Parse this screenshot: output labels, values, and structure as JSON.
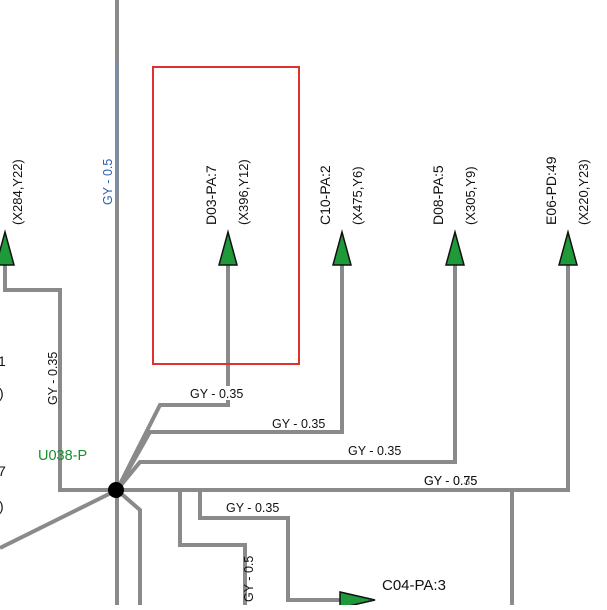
{
  "connectors": [
    {
      "id": "left",
      "name": "",
      "coord": "(X284,Y22)"
    },
    {
      "id": "d03",
      "name": "D03-PA:7",
      "coord": "(X396,Y12)"
    },
    {
      "id": "c10",
      "name": "C10-PA:2",
      "coord": "(X475,Y6)"
    },
    {
      "id": "d08",
      "name": "D08-PA:5",
      "coord": "(X305,Y9)"
    },
    {
      "id": "e06",
      "name": "E06-PD:49",
      "coord": "(X220,Y23)"
    }
  ],
  "wire_labels": {
    "main_vertical": "GY - 0.5",
    "left_vertical": "GY - 0.35",
    "to_d03": "GY - 0.35",
    "to_c10": "GY - 0.35",
    "to_d08": "GY - 0.35",
    "to_e06_a": "GY - 0.75",
    "to_e06_b": "GY - 0.35",
    "to_c04": "GY - 0.35",
    "lower_vertical": "GY - 0.5"
  },
  "splice_label": "U038-P",
  "bottom_connector": "C04-PA:3",
  "left_fragments": [
    "1",
    ")",
    "7",
    ")"
  ],
  "colors": {
    "wire": "#8a8a8a",
    "arrow": "#1f9a3a",
    "highlight": "#e03131",
    "splice_label": "#1a8f2e",
    "blue_label": "#2b5fb5"
  }
}
